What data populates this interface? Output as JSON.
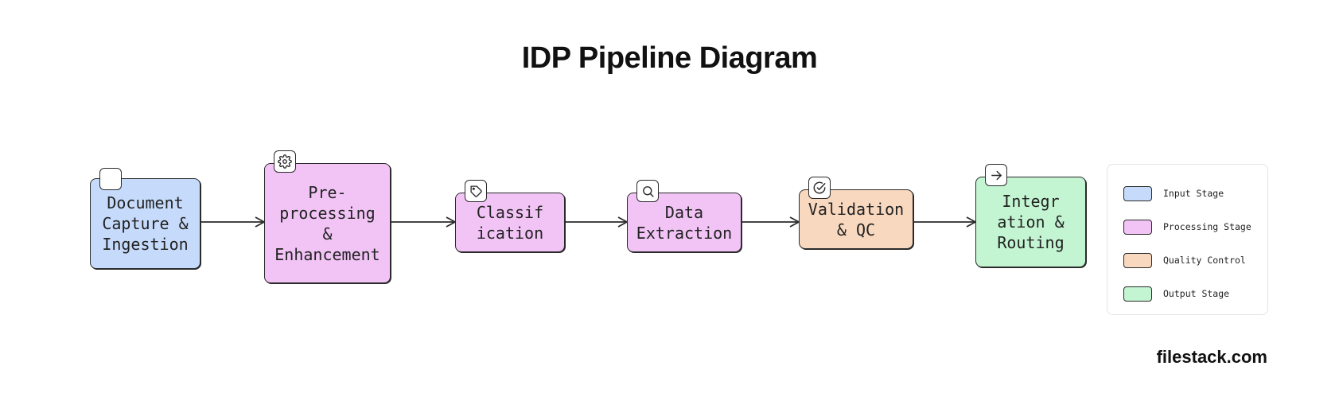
{
  "title": "IDP Pipeline Diagram",
  "colors": {
    "input": "#c6dbfb",
    "processing": "#f2c4f6",
    "quality": "#f8d8bf",
    "output": "#c4f5d3",
    "stroke": "#2a2a2a"
  },
  "nodes": [
    {
      "id": "capture",
      "label": "Document\nCapture &\nIngestion",
      "stage": "input",
      "icon": "blank-icon"
    },
    {
      "id": "preprocess",
      "label": "Pre-\nprocessing\n&\nEnhancement",
      "stage": "processing",
      "icon": "gear-icon"
    },
    {
      "id": "classify",
      "label": "Classif\nication",
      "stage": "processing",
      "icon": "tag-icon"
    },
    {
      "id": "extract",
      "label": "Data\nExtraction",
      "stage": "processing",
      "icon": "search-icon"
    },
    {
      "id": "validate",
      "label": "Validation\n& QC",
      "stage": "quality",
      "icon": "check-circle-icon"
    },
    {
      "id": "route",
      "label": "Integr\nation &\nRouting",
      "stage": "output",
      "icon": "arrow-right-icon"
    }
  ],
  "edges": [
    {
      "from": "capture",
      "to": "preprocess"
    },
    {
      "from": "preprocess",
      "to": "classify"
    },
    {
      "from": "classify",
      "to": "extract"
    },
    {
      "from": "extract",
      "to": "validate"
    },
    {
      "from": "validate",
      "to": "route"
    }
  ],
  "legend": [
    {
      "label": "Input Stage",
      "stage": "input"
    },
    {
      "label": "Processing Stage",
      "stage": "processing"
    },
    {
      "label": "Quality Control",
      "stage": "quality"
    },
    {
      "label": "Output Stage",
      "stage": "output"
    }
  ],
  "brand": "filestack.com"
}
